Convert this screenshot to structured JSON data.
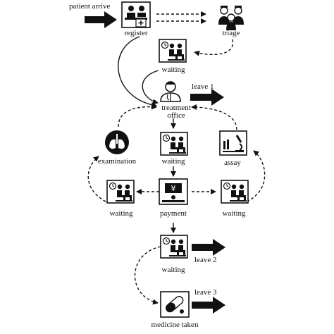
{
  "diagram": {
    "nodes": {
      "register": {
        "label": "register",
        "icon": "register-desk-icon"
      },
      "triage": {
        "label": "triage",
        "icon": "nurses-icon"
      },
      "waiting_1": {
        "label": "waiting",
        "icon": "waiting-room-icon"
      },
      "treatment_office": {
        "label": "treatment\noffice",
        "icon": "doctor-icon"
      },
      "examination": {
        "label": "examination",
        "icon": "lungs-xray-icon"
      },
      "waiting_2": {
        "label": "waiting",
        "icon": "waiting-room-icon"
      },
      "assay": {
        "label": "assay",
        "icon": "microscope-lab-icon"
      },
      "waiting_3": {
        "label": "waiting",
        "icon": "waiting-room-icon"
      },
      "payment": {
        "label": "payment",
        "icon": "cashier-yen-icon"
      },
      "waiting_4": {
        "label": "waiting",
        "icon": "waiting-room-icon"
      },
      "waiting_5": {
        "label": "waiting",
        "icon": "waiting-room-icon"
      },
      "medicine_taken": {
        "label": "medicine taken",
        "icon": "pill-capsules-icon"
      }
    },
    "entry_label": "patient arrive",
    "exits": {
      "leave_1": "leave 1",
      "leave_2": "leave 2",
      "leave_3": "leave 3"
    },
    "colors": {
      "ink": "#111111",
      "background": "#ffffff"
    }
  }
}
